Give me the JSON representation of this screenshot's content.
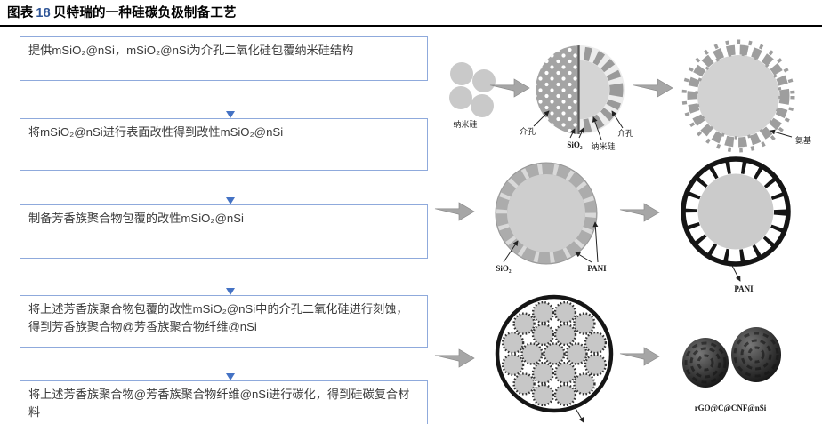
{
  "title": {
    "prefix": "图表",
    "number": "18",
    "text": "贝特瑞的一种硅碳负极制备工艺"
  },
  "flowchart": {
    "steps": [
      {
        "text": "提供mSiO₂@nSi，mSiO₂@nSi为介孔二氧化硅包覆纳米硅结构"
      },
      {
        "text": "将mSiO₂@nSi进行表面改性得到改性mSiO₂@nSi"
      },
      {
        "text": "制备芳香族聚合物包覆的改性mSiO₂@nSi"
      },
      {
        "text": "将上述芳香族聚合物包覆的改性mSiO₂@nSi中的介孔二氧化硅进行刻蚀，得到芳香族聚合物@芳香族聚合物纤维@nSi"
      },
      {
        "text": "将上述芳香族聚合物@芳香族聚合物纤维@nSi进行碳化，得到硅碳复合材料"
      }
    ]
  },
  "diagram": {
    "nano_si": "纳米硅",
    "mesopore_left": "介孔",
    "sio2_core": "SiO₂",
    "nano_si_core": "纳米硅",
    "mesopore_right": "介孔",
    "amino": "氨基",
    "sio2_shell": "SiO₂",
    "pani_shell": "PANI",
    "pani_carbonized": "PANI",
    "product": "rGO@C@CNF@nSi"
  },
  "colors": {
    "box_border": "#8FAADC",
    "flow_arrow": "#4472C4",
    "block_arrow": "#A6A6A6",
    "particle_gray": "#C9C9C9",
    "ink": "#151515"
  }
}
